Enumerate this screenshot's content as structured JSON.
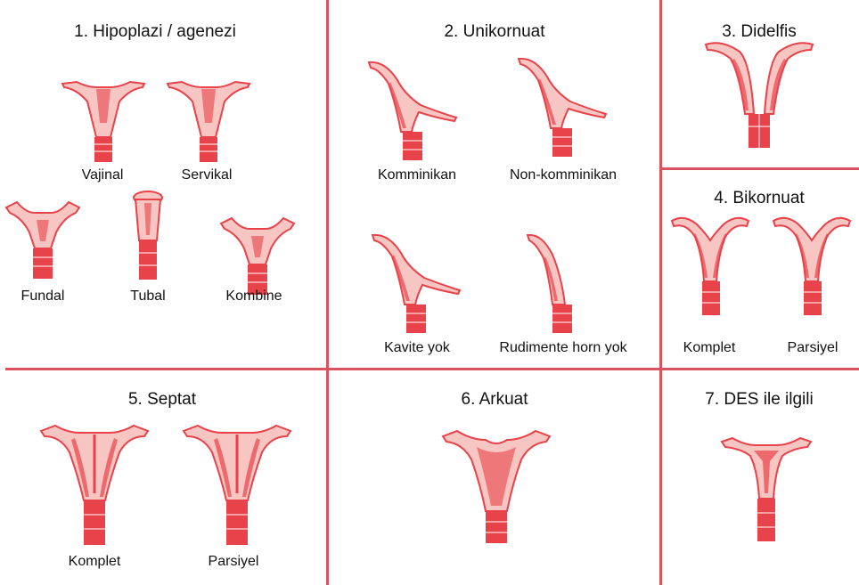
{
  "panels": {
    "p1": {
      "title": "1. Hipoplazi / agenezi",
      "labels": [
        "Vajinal",
        "Servikal",
        "Fundal",
        "Tubal",
        "Kombine"
      ]
    },
    "p2": {
      "title": "2. Unikornuat",
      "labels": [
        "Komminikan",
        "Non-komminikan",
        "Kavite yok",
        "Rudimente horn yok"
      ]
    },
    "p3": {
      "title": "3. Didelfis"
    },
    "p4": {
      "title": "4. Bikornuat",
      "labels": [
        "Komplet",
        "Parsiyel"
      ]
    },
    "p5": {
      "title": "5. Septat",
      "labels": [
        "Komplet",
        "Parsiyel"
      ]
    },
    "p6": {
      "title": "6. Arkuat"
    },
    "p7": {
      "title": "7. DES ile ilgili"
    }
  },
  "colors": {
    "divider": "#d9545f",
    "organ": "#e8424a",
    "organ_light": "#f7c6c2"
  }
}
